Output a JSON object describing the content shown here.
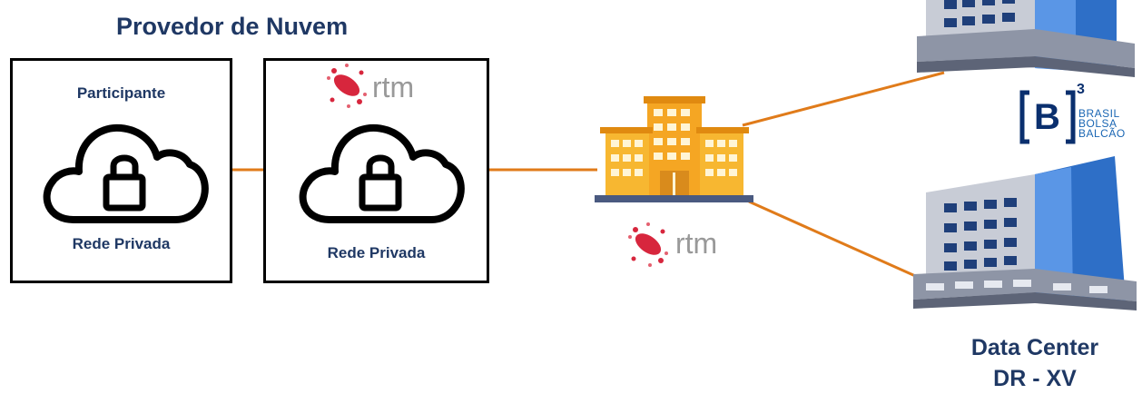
{
  "title": "Provedor de Nuvem",
  "box_participant": {
    "top_label": "Participante",
    "bottom_label": "Rede Privada"
  },
  "box_rtm": {
    "logo_text": "rtm",
    "bottom_label": "Rede Privada"
  },
  "hub": {
    "logo_text": "rtm"
  },
  "b3": {
    "mark": "B",
    "sup": "3",
    "line1": "BRASIL",
    "line2": "BOLSA",
    "line3": "BALCÃO"
  },
  "datacenter": {
    "line1": "Data Center",
    "line2": "DR - XV"
  },
  "colors": {
    "link": "#e07b1a",
    "title": "#1f3864",
    "hub": "#f5a623",
    "b3": "#0a2f6e",
    "rtm_red": "#d7263d"
  }
}
